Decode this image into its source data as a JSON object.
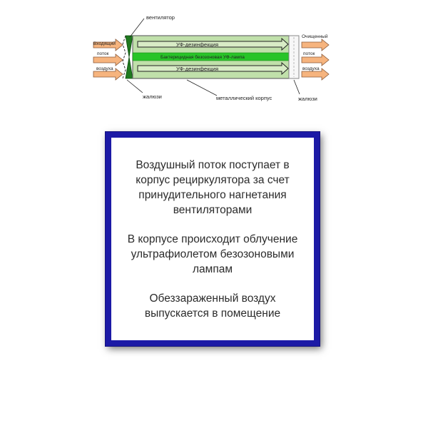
{
  "diagram": {
    "labels": {
      "fan": "вентилятор",
      "inlet_line1": "Входящий",
      "inlet_line2": "поток",
      "inlet_line3": "воздуха",
      "uv_top": "УФ-дезинфекция",
      "lamp": "Бактерицидная безозоновая УФ-лампа",
      "uv_bottom": "УФ-дезинфекция",
      "outlet_line1": "Очищенный",
      "outlet_line2": "поток",
      "outlet_line3": "воздуха",
      "louvers_left": "жалюзи",
      "metal_case": "металлический корпус",
      "louvers_right": "жалюзи"
    },
    "colors": {
      "arrow": "#f6b47e",
      "arrow_stroke": "#8a5a3a",
      "chamber": "#c0e0aa",
      "lamp": "#28c428",
      "fan": "#1f7a1f"
    }
  },
  "info": {
    "paragraph1": "Воздушный поток поступает в корпус рециркулятора за счет принудительного нагнетания вентиляторами",
    "paragraph2": "В корпусе происходит облучение ультрафиолетом безозоновыми лампам",
    "paragraph3": "Обеззараженный воздух выпускается в помещение",
    "border_color": "#1c1aa6"
  }
}
